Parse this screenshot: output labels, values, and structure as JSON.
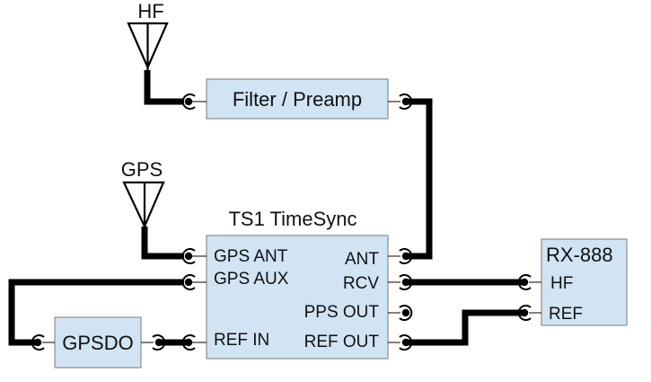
{
  "antennas": {
    "hf": {
      "label": "HF"
    },
    "gps": {
      "label": "GPS"
    }
  },
  "blocks": {
    "filter": {
      "label": "Filter / Preamp"
    },
    "timesync": {
      "title": "TS1 TimeSync",
      "ports_left": [
        "GPS ANT",
        "GPS AUX",
        "REF IN"
      ],
      "ports_right": [
        "ANT",
        "RCV",
        "PPS OUT",
        "REF OUT"
      ]
    },
    "gpsdo": {
      "label": "GPSDO"
    },
    "rx888": {
      "title": "RX-888",
      "ports": [
        "HF",
        "REF"
      ]
    }
  },
  "colors": {
    "box_fill": "#d0e4f3",
    "box_border": "#8e8e8e",
    "cable": "#000000"
  }
}
